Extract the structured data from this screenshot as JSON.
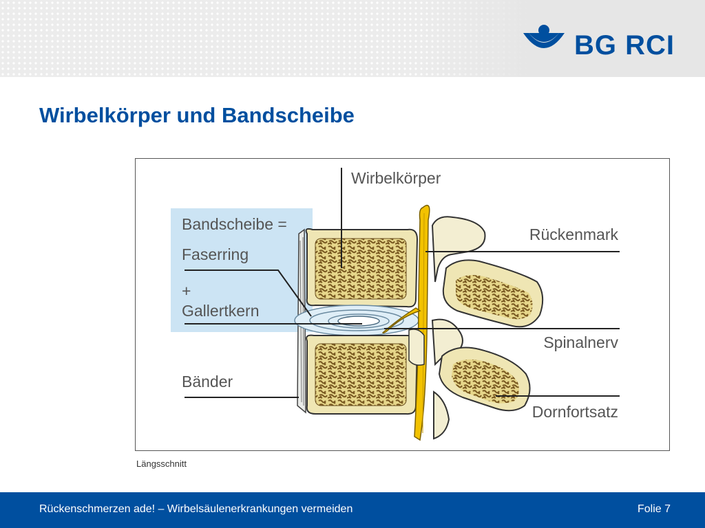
{
  "slide": {
    "title": "Wirbelkörper und Bandscheibe",
    "caption": "Längsschnitt"
  },
  "logo": {
    "text": "BG RCI",
    "color": "#004f9f"
  },
  "diagram": {
    "labels": {
      "wirbelkoerper": "Wirbelkörper",
      "bandscheibe": "Bandscheibe =",
      "faserring": "Faserring",
      "plus": "+",
      "gallertkern": "Gallertkern",
      "baender": "Bänder",
      "rueckenmark": "Rückenmark",
      "spinalnerv": "Spinalnerv",
      "dornfortsatz": "Dornfortsatz"
    },
    "colors": {
      "bone": "#e8dc9a",
      "bone_texture": "#8a6a2c",
      "spinal_cord": "#f2c200",
      "highlight": "#cce4f4"
    }
  },
  "footer": {
    "left": "Rückenschmerzen ade! – Wirbelsäulenerkrankungen vermeiden",
    "right": "Folie 7",
    "color": "#004f9f"
  }
}
